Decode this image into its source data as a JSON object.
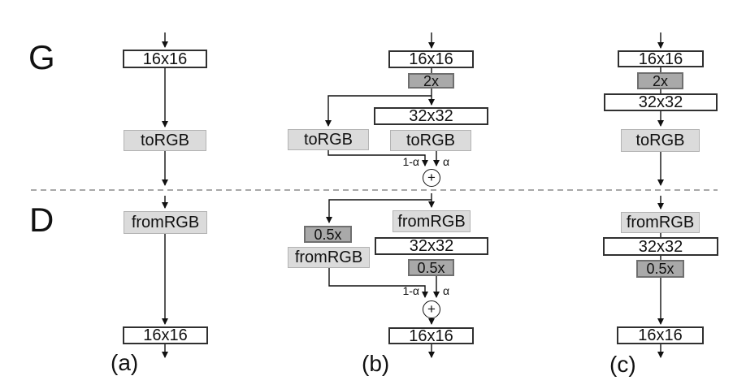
{
  "sections": {
    "generator": "G",
    "discriminator": "D"
  },
  "captions": {
    "a": "(a)",
    "b": "(b)",
    "c": "(c)"
  },
  "boxes": {
    "a_g_block": "16x16",
    "a_g_torgb": "toRGB",
    "a_d_fromrgb": "fromRGB",
    "a_d_block": "16x16",
    "b_g_block": "16x16",
    "b_g_upsample": "2x",
    "b_g_block_new": "32x32",
    "b_g_torgb_old": "toRGB",
    "b_g_torgb_new": "toRGB",
    "b_d_fromrgb_new": "fromRGB",
    "b_d_block_new": "32x32",
    "b_d_downsample_old": "0.5x",
    "b_d_fromrgb_old": "fromRGB",
    "b_d_downsample_new": "0.5x",
    "b_d_block": "16x16",
    "c_g_block": "16x16",
    "c_g_upsample": "2x",
    "c_g_block_new": "32x32",
    "c_g_torgb": "toRGB",
    "c_d_fromrgb": "fromRGB",
    "c_d_block_new": "32x32",
    "c_d_downsample": "0.5x",
    "c_d_block": "16x16"
  },
  "fade": {
    "old_weight": "1-α",
    "new_weight": "α",
    "sum": "+"
  },
  "colors": {
    "box_white": "#ffffff",
    "box_light": "#dbdbdb",
    "box_dark": "#a9a9a9",
    "line": "#111111",
    "divider_dash": "#a8a8a8"
  }
}
